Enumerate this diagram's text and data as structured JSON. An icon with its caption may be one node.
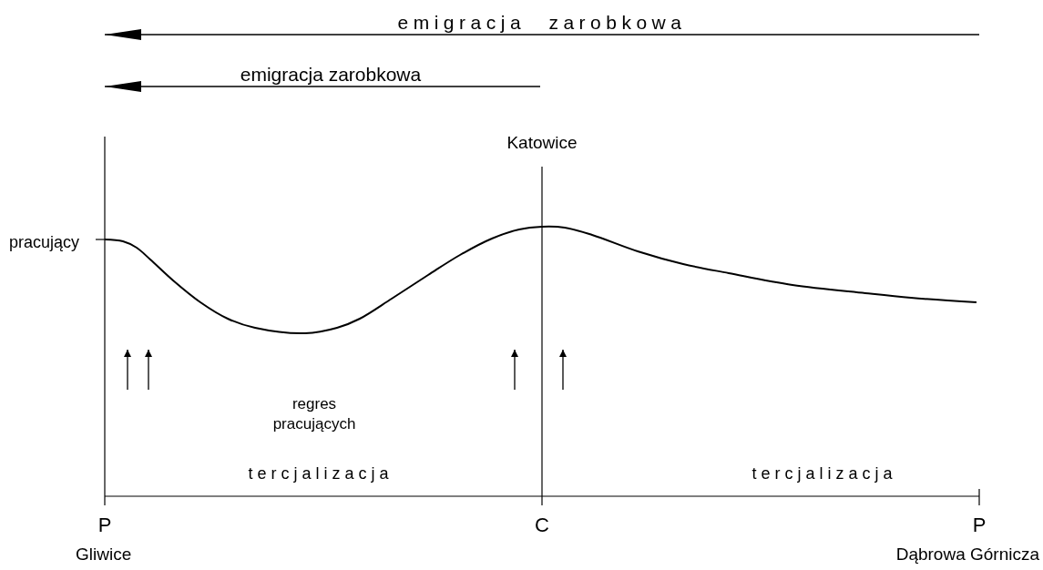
{
  "diagram": {
    "labels": [
      "emigracja zarobkowa",
      "emigracja zarobkowa",
      "Katowice",
      "pracujący",
      "regres pracujących",
      "tercjalizacja",
      "tercjalizacja",
      "P",
      "C",
      "P",
      "Gliwice",
      "Dąbrowa Górnicza"
    ]
  }
}
